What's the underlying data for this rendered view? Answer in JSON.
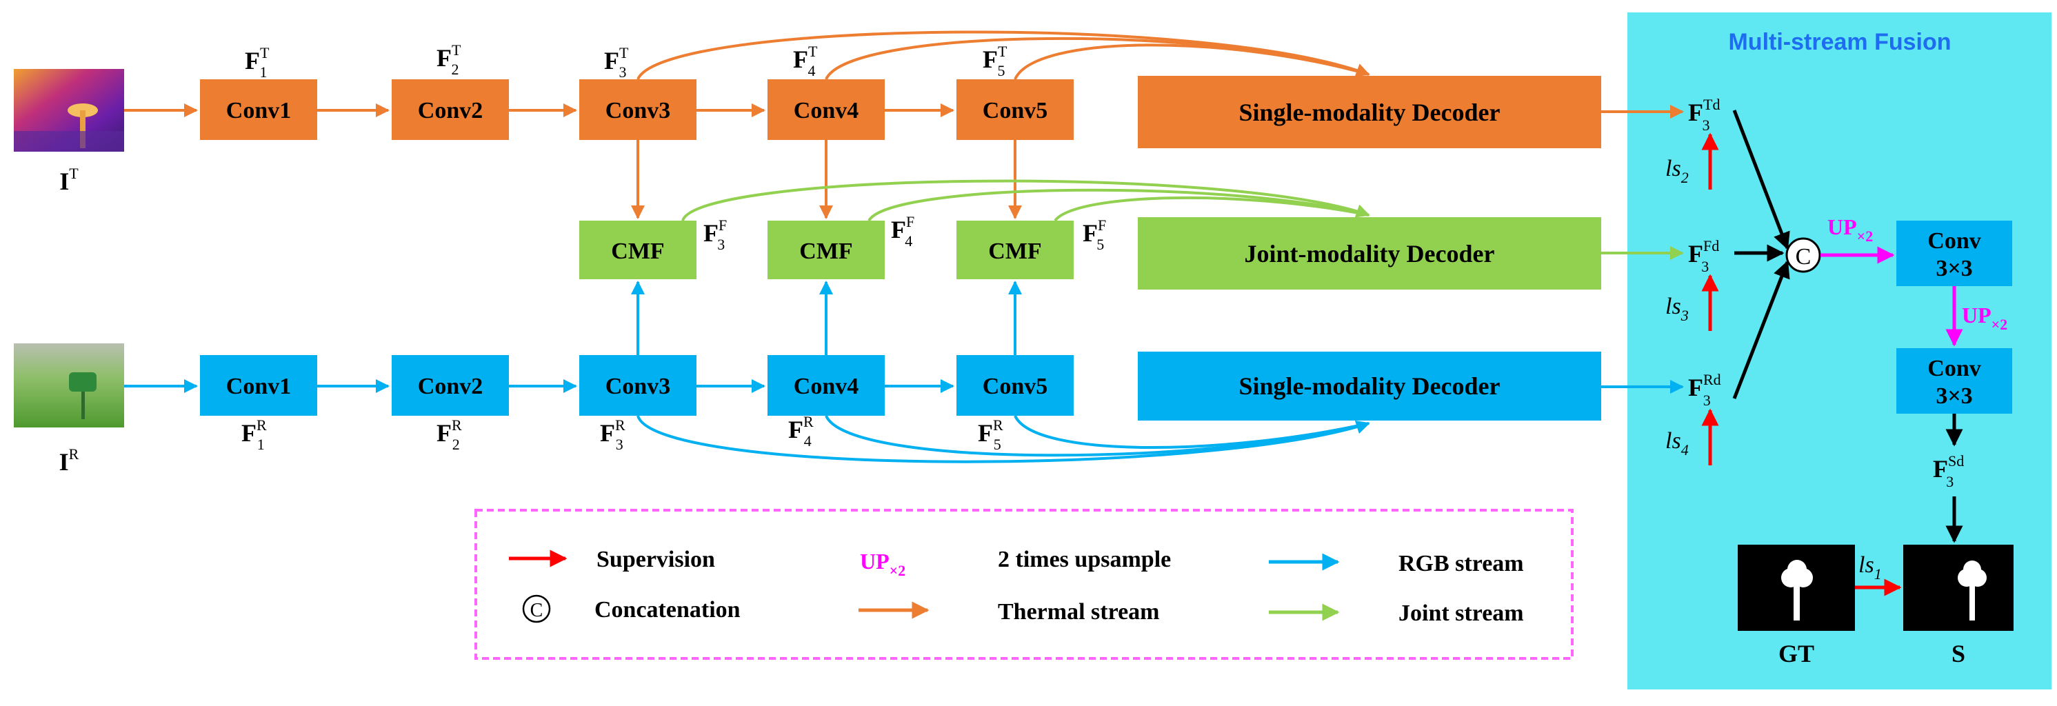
{
  "colors": {
    "thermal": "#ED7D31",
    "rgb": "#00B0F0",
    "joint": "#92D050",
    "fusion_bg": "#5FE8F2",
    "supervision": "#FF0000",
    "upsample": "#FF00FF",
    "legend_border": "#FF66FF"
  },
  "inputs": {
    "thermal_label": "I",
    "thermal_sup": "T",
    "rgb_label": "I",
    "rgb_sup": "R",
    "thermal_image_icon": "thermal-image",
    "rgb_image_icon": "rgb-image"
  },
  "thermal_stream": {
    "conv1": "Conv1",
    "conv2": "Conv2",
    "conv3": "Conv3",
    "conv4": "Conv4",
    "conv5": "Conv5",
    "f1": "F",
    "f1_sup": "T",
    "f1_sub": "1",
    "f2": "F",
    "f2_sup": "T",
    "f2_sub": "2",
    "f3": "F",
    "f3_sup": "T",
    "f3_sub": "3",
    "f4": "F",
    "f4_sup": "T",
    "f4_sub": "4",
    "f5": "F",
    "f5_sup": "T",
    "f5_sub": "5",
    "decoder": "Single-modality Decoder"
  },
  "joint_stream": {
    "cmf3": "CMF",
    "cmf4": "CMF",
    "cmf5": "CMF",
    "f3": "F",
    "f3_sup": "F",
    "f3_sub": "3",
    "f4": "F",
    "f4_sup": "F",
    "f4_sub": "4",
    "f5": "F",
    "f5_sup": "F",
    "f5_sub": "5",
    "decoder": "Joint-modality Decoder"
  },
  "rgb_stream": {
    "conv1": "Conv1",
    "conv2": "Conv2",
    "conv3": "Conv3",
    "conv4": "Conv4",
    "conv5": "Conv5",
    "f1": "F",
    "f1_sup": "R",
    "f1_sub": "1",
    "f2": "F",
    "f2_sup": "R",
    "f2_sub": "2",
    "f3": "F",
    "f3_sup": "R",
    "f3_sub": "3",
    "f4": "F",
    "f4_sup": "R",
    "f4_sub": "4",
    "f5": "F",
    "f5_sup": "R",
    "f5_sub": "5",
    "decoder": "Single-modality Decoder"
  },
  "fusion": {
    "title": "Multi-stream Fusion",
    "ftd": "F",
    "ftd_sup": "Td",
    "ftd_sub": "3",
    "ffd": "F",
    "ffd_sup": "Fd",
    "ffd_sub": "3",
    "frd": "F",
    "frd_sup": "Rd",
    "frd_sub": "3",
    "fsd": "F",
    "fsd_sup": "Sd",
    "fsd_sub": "3",
    "ls2": "ls",
    "ls2_sub": "2",
    "ls3": "ls",
    "ls3_sub": "3",
    "ls4": "ls",
    "ls4_sub": "4",
    "ls1": "ls",
    "ls1_sub": "1",
    "concat_symbol": "C",
    "up1": "UP",
    "up1_sub": "×2",
    "up2": "UP",
    "up2_sub": "×2",
    "conv_a_line1": "Conv",
    "conv_a_line2": "3×3",
    "conv_b_line1": "Conv",
    "conv_b_line2": "3×3",
    "gt_label": "GT",
    "s_label": "S"
  },
  "legend": {
    "supervision": "Supervision",
    "concat_symbol": "C",
    "concatenation": "Concatenation",
    "up": "UP",
    "up_sub": "×2",
    "upsample": "2 times upsample",
    "thermal": "Thermal stream",
    "rgb": "RGB stream",
    "joint": "Joint stream"
  }
}
